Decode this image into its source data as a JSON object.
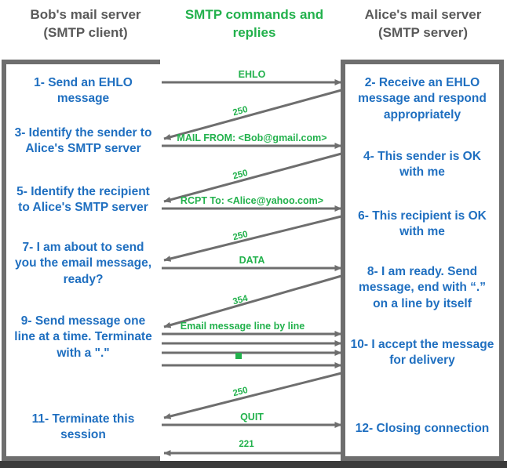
{
  "headers": {
    "left": "Bob's mail server\n(SMTP client)",
    "left_line1": "Bob's mail server",
    "left_line2": "(SMTP client)",
    "middle_line1": "SMTP commands and",
    "middle_line2": "replies",
    "right_line1": "Alice's mail server",
    "right_line2": "(SMTP server)"
  },
  "colors": {
    "client_text": "#595959",
    "accent_green": "#22b14c",
    "step_blue": "#1f6fc0",
    "frame_gray": "#6e6e6e",
    "arrow_gray": "#6e6e6e"
  },
  "client_steps": [
    {
      "id": "step-1",
      "text": "1- Send an EHLO message"
    },
    {
      "id": "step-3",
      "text": "3- Identify the sender to Alice's SMTP server"
    },
    {
      "id": "step-5",
      "text": "5- Identify the recipient to Alice's SMTP server"
    },
    {
      "id": "step-7",
      "text": "7- I am about to send you the email message, ready?"
    },
    {
      "id": "step-9",
      "text": "9- Send message one line at a time. Terminate with a \".\""
    },
    {
      "id": "step-11",
      "text": "11- Terminate this session"
    }
  ],
  "server_steps": [
    {
      "id": "step-2",
      "text": "2- Receive an EHLO message and respond appropriately"
    },
    {
      "id": "step-4",
      "text": "4- This sender is OK with me"
    },
    {
      "id": "step-6",
      "text": "6- This recipient is OK with me"
    },
    {
      "id": "step-8",
      "text": "8-  I am ready. Send message, end with “.” on a line by itself"
    },
    {
      "id": "step-10",
      "text": "10-  I accept the message for delivery"
    },
    {
      "id": "step-12",
      "text": "12-  Closing connection"
    }
  ],
  "messages": [
    {
      "id": "msg-ehlo",
      "label": "EHLO",
      "direction": "right",
      "size": "big"
    },
    {
      "id": "msg-250-a",
      "label": "250",
      "direction": "left-up",
      "size": "small"
    },
    {
      "id": "msg-mail-from",
      "label": "MAIL FROM: <Bob@gmail.com>",
      "direction": "right",
      "size": "big"
    },
    {
      "id": "msg-250-b",
      "label": "250",
      "direction": "left-up",
      "size": "small"
    },
    {
      "id": "msg-rcpt-to",
      "label": "RCPT To: <Alice@yahoo.com>",
      "direction": "right",
      "size": "big"
    },
    {
      "id": "msg-250-c",
      "label": "250",
      "direction": "left-up",
      "size": "small"
    },
    {
      "id": "msg-data",
      "label": "DATA",
      "direction": "right",
      "size": "big"
    },
    {
      "id": "msg-354",
      "label": "354",
      "direction": "left-up",
      "size": "small"
    },
    {
      "id": "msg-email-body",
      "label": "Email message line by line",
      "direction": "right",
      "size": "big"
    },
    {
      "id": "msg-line-2",
      "label": "",
      "direction": "right",
      "size": "big"
    },
    {
      "id": "msg-line-3",
      "label": "",
      "direction": "right",
      "size": "big"
    },
    {
      "id": "msg-terminator",
      "label": "",
      "direction": "right",
      "size": "big"
    },
    {
      "id": "msg-250-d",
      "label": "250",
      "direction": "left-up",
      "size": "small"
    },
    {
      "id": "msg-quit",
      "label": "QUIT",
      "direction": "right",
      "size": "big"
    },
    {
      "id": "msg-221",
      "label": "221",
      "direction": "left",
      "size": "small"
    }
  ]
}
